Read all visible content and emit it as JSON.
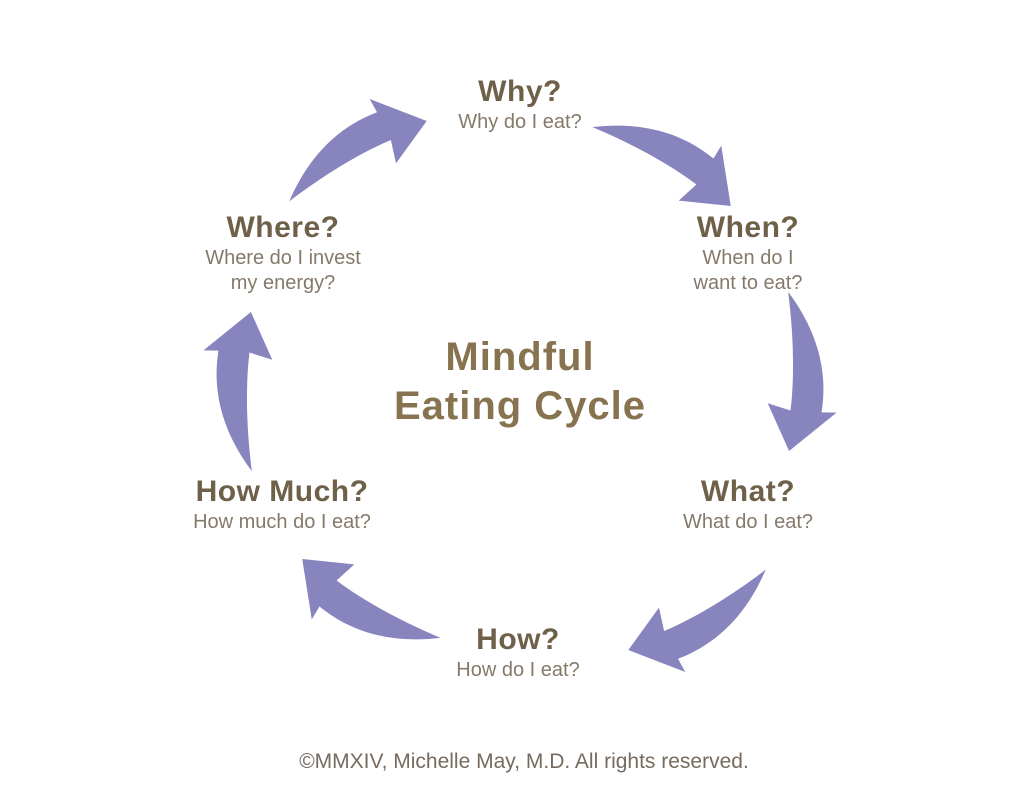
{
  "diagram": {
    "title_line1": "Mindful",
    "title_line2": "Eating Cycle",
    "nodes": [
      {
        "id": "why",
        "label": "Why?",
        "sublines": [
          "Why do I eat?"
        ]
      },
      {
        "id": "when",
        "label": "When?",
        "sublines": [
          "When do I",
          "want to eat?"
        ]
      },
      {
        "id": "what",
        "label": "What?",
        "sublines": [
          "What do I eat?"
        ]
      },
      {
        "id": "how",
        "label": "How?",
        "sublines": [
          "How do I eat?"
        ]
      },
      {
        "id": "how-much",
        "label": "How Much?",
        "sublines": [
          "How much do I eat?"
        ]
      },
      {
        "id": "where",
        "label": "Where?",
        "sublines": [
          "Where do I invest",
          "my energy?"
        ]
      }
    ],
    "arrows": [
      "cycle-arrow-where-to-why",
      "cycle-arrow-why-to-when",
      "cycle-arrow-when-to-what",
      "cycle-arrow-what-to-how",
      "cycle-arrow-how-to-how-much",
      "cycle-arrow-how-much-to-where"
    ],
    "footer": "©MMXIV, Michelle May, M.D. All rights reserved.",
    "colors": {
      "arrow": "#8784BE",
      "heading": "#6F6049",
      "title": "#87734F",
      "subtext": "#85796A",
      "footer": "#766B5E"
    }
  }
}
